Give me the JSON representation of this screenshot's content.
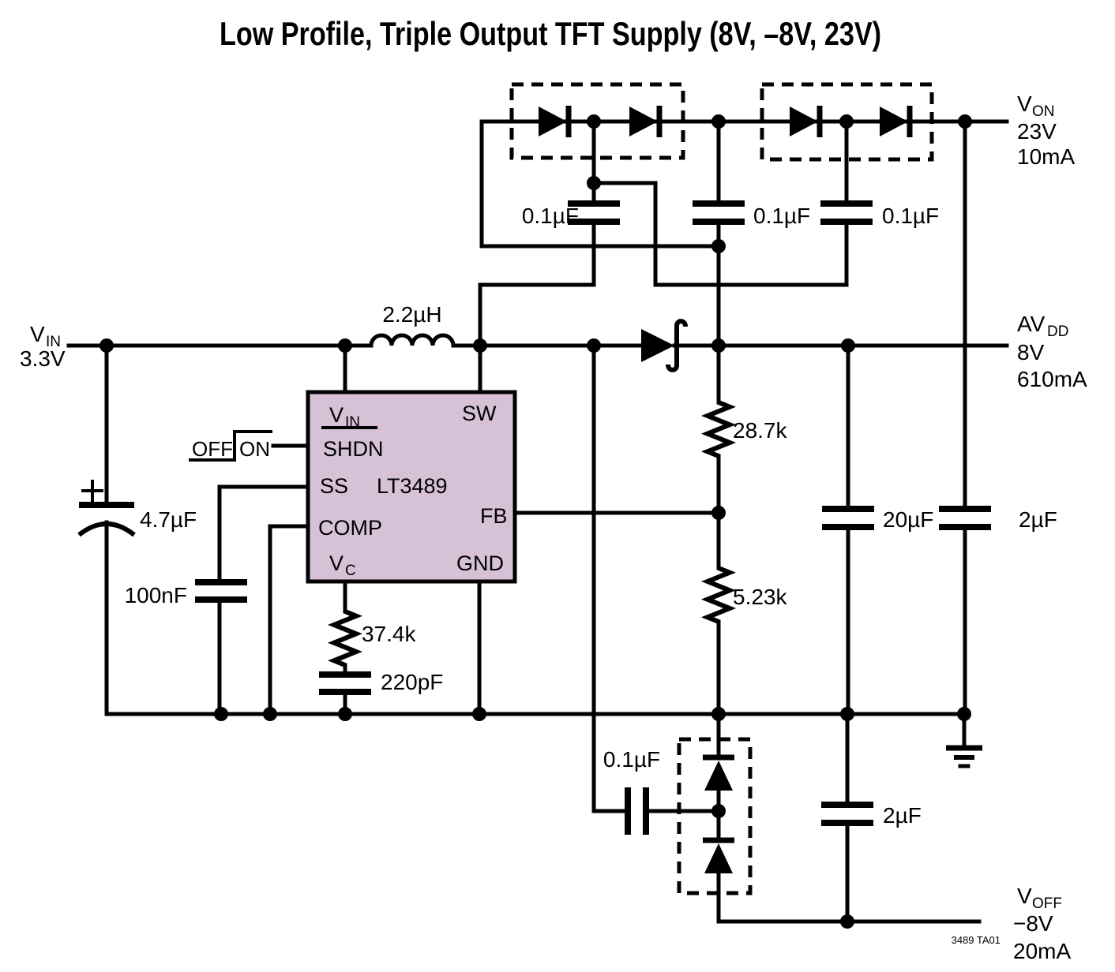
{
  "title": "Low Profile, Triple Output TFT Supply (8V, –8V, 23V)",
  "note": "3489 TA01",
  "colors": {
    "line": "#000000",
    "ic_fill": "#d6c1d7",
    "background": "#ffffff"
  },
  "input": {
    "rail": "V",
    "rail_sub": "IN",
    "voltage": "3.3V"
  },
  "control": {
    "off": "OFF",
    "on": "ON"
  },
  "ic": {
    "part": "LT3489",
    "pins": {
      "vin": "V",
      "vin_sub": "IN",
      "shdn": "SHDN",
      "ss": "SS",
      "comp": "COMP",
      "vc": "V",
      "vc_sub": "C",
      "sw": "SW",
      "fb": "FB",
      "gnd": "GND"
    }
  },
  "components": {
    "inductor": "2.2µH",
    "input_cap": "4.7µF",
    "input_cap_polarity": "+",
    "ss_cap": "100nF",
    "comp_resistor": "37.4k",
    "comp_cap": "220pF",
    "fb_resistor_top": "28.7k",
    "fb_resistor_bottom": "5.23k",
    "charge_pump_cap1": "0.1µF",
    "charge_pump_cap2": "0.1µF",
    "charge_pump_cap3": "0.1µF",
    "negative_pump_cap": "0.1µF",
    "avdd_cap": "20µF",
    "von_cap": "2µF",
    "voff_cap": "2µF"
  },
  "outputs": {
    "von": {
      "name": "V",
      "sub": "ON",
      "voltage": "23V",
      "current": "10mA"
    },
    "avdd": {
      "name": "AV",
      "sub": "DD",
      "voltage": "8V",
      "current": "610mA"
    },
    "voff": {
      "name": "V",
      "sub": "OFF",
      "voltage": "−8V",
      "current": "20mA"
    }
  }
}
